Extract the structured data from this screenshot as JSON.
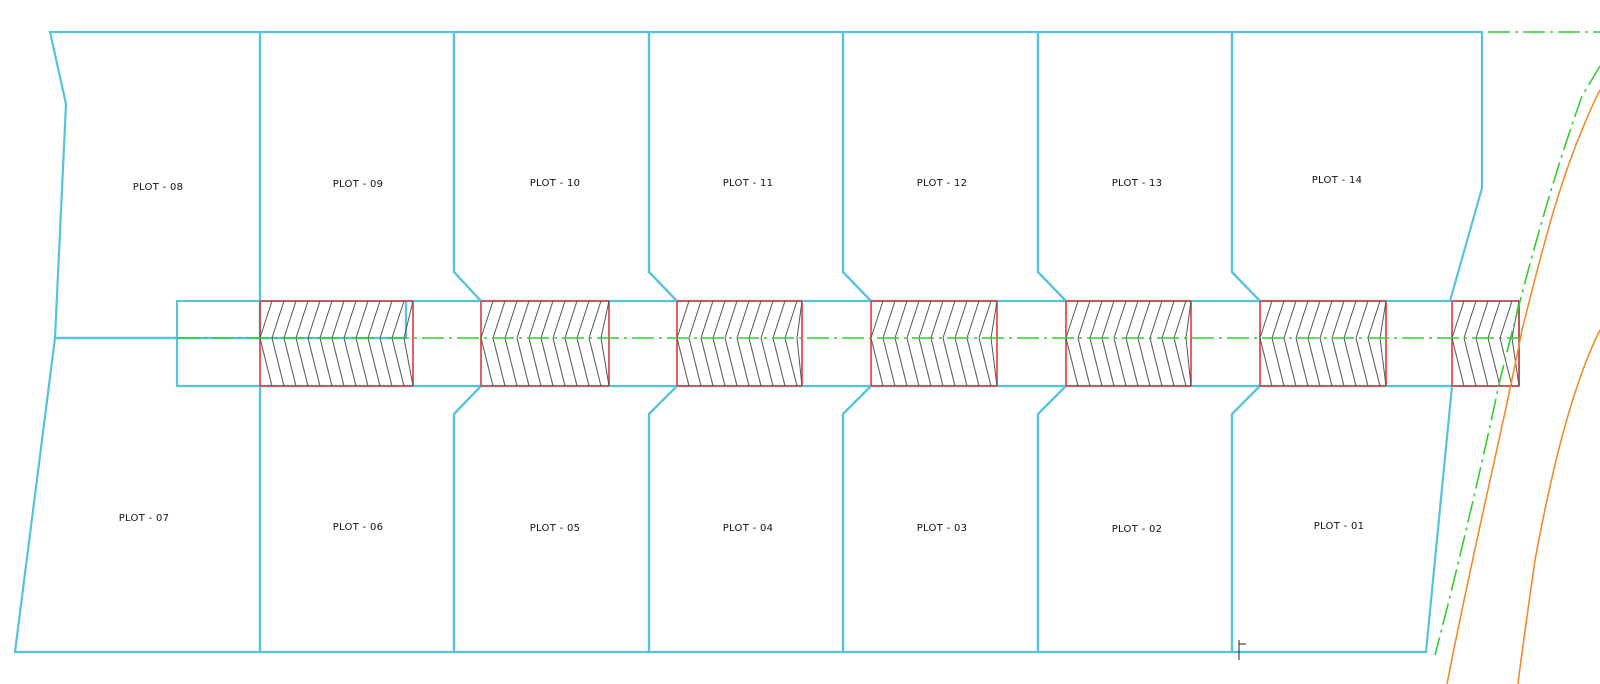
{
  "plots": [
    {
      "id": "08",
      "label": "PLOT - 08"
    },
    {
      "id": "09",
      "label": "PLOT - 09"
    },
    {
      "id": "10",
      "label": "PLOT - 10"
    },
    {
      "id": "11",
      "label": "PLOT - 11"
    },
    {
      "id": "12",
      "label": "PLOT - 12"
    },
    {
      "id": "13",
      "label": "PLOT - 13"
    },
    {
      "id": "14",
      "label": "PLOT - 14"
    },
    {
      "id": "07",
      "label": "PLOT - 07"
    },
    {
      "id": "06",
      "label": "PLOT - 06"
    },
    {
      "id": "05",
      "label": "PLOT - 05"
    },
    {
      "id": "04",
      "label": "PLOT - 04"
    },
    {
      "id": "03",
      "label": "PLOT - 03"
    },
    {
      "id": "02",
      "label": "PLOT - 02"
    },
    {
      "id": "01",
      "label": "PLOT - 01"
    }
  ],
  "colors": {
    "plot_boundary": "#56c2dc",
    "centerline": "#33cc33",
    "hatch_border": "#e03a3a",
    "hatch": "#555555",
    "offsite_line": "#f08c2a"
  }
}
